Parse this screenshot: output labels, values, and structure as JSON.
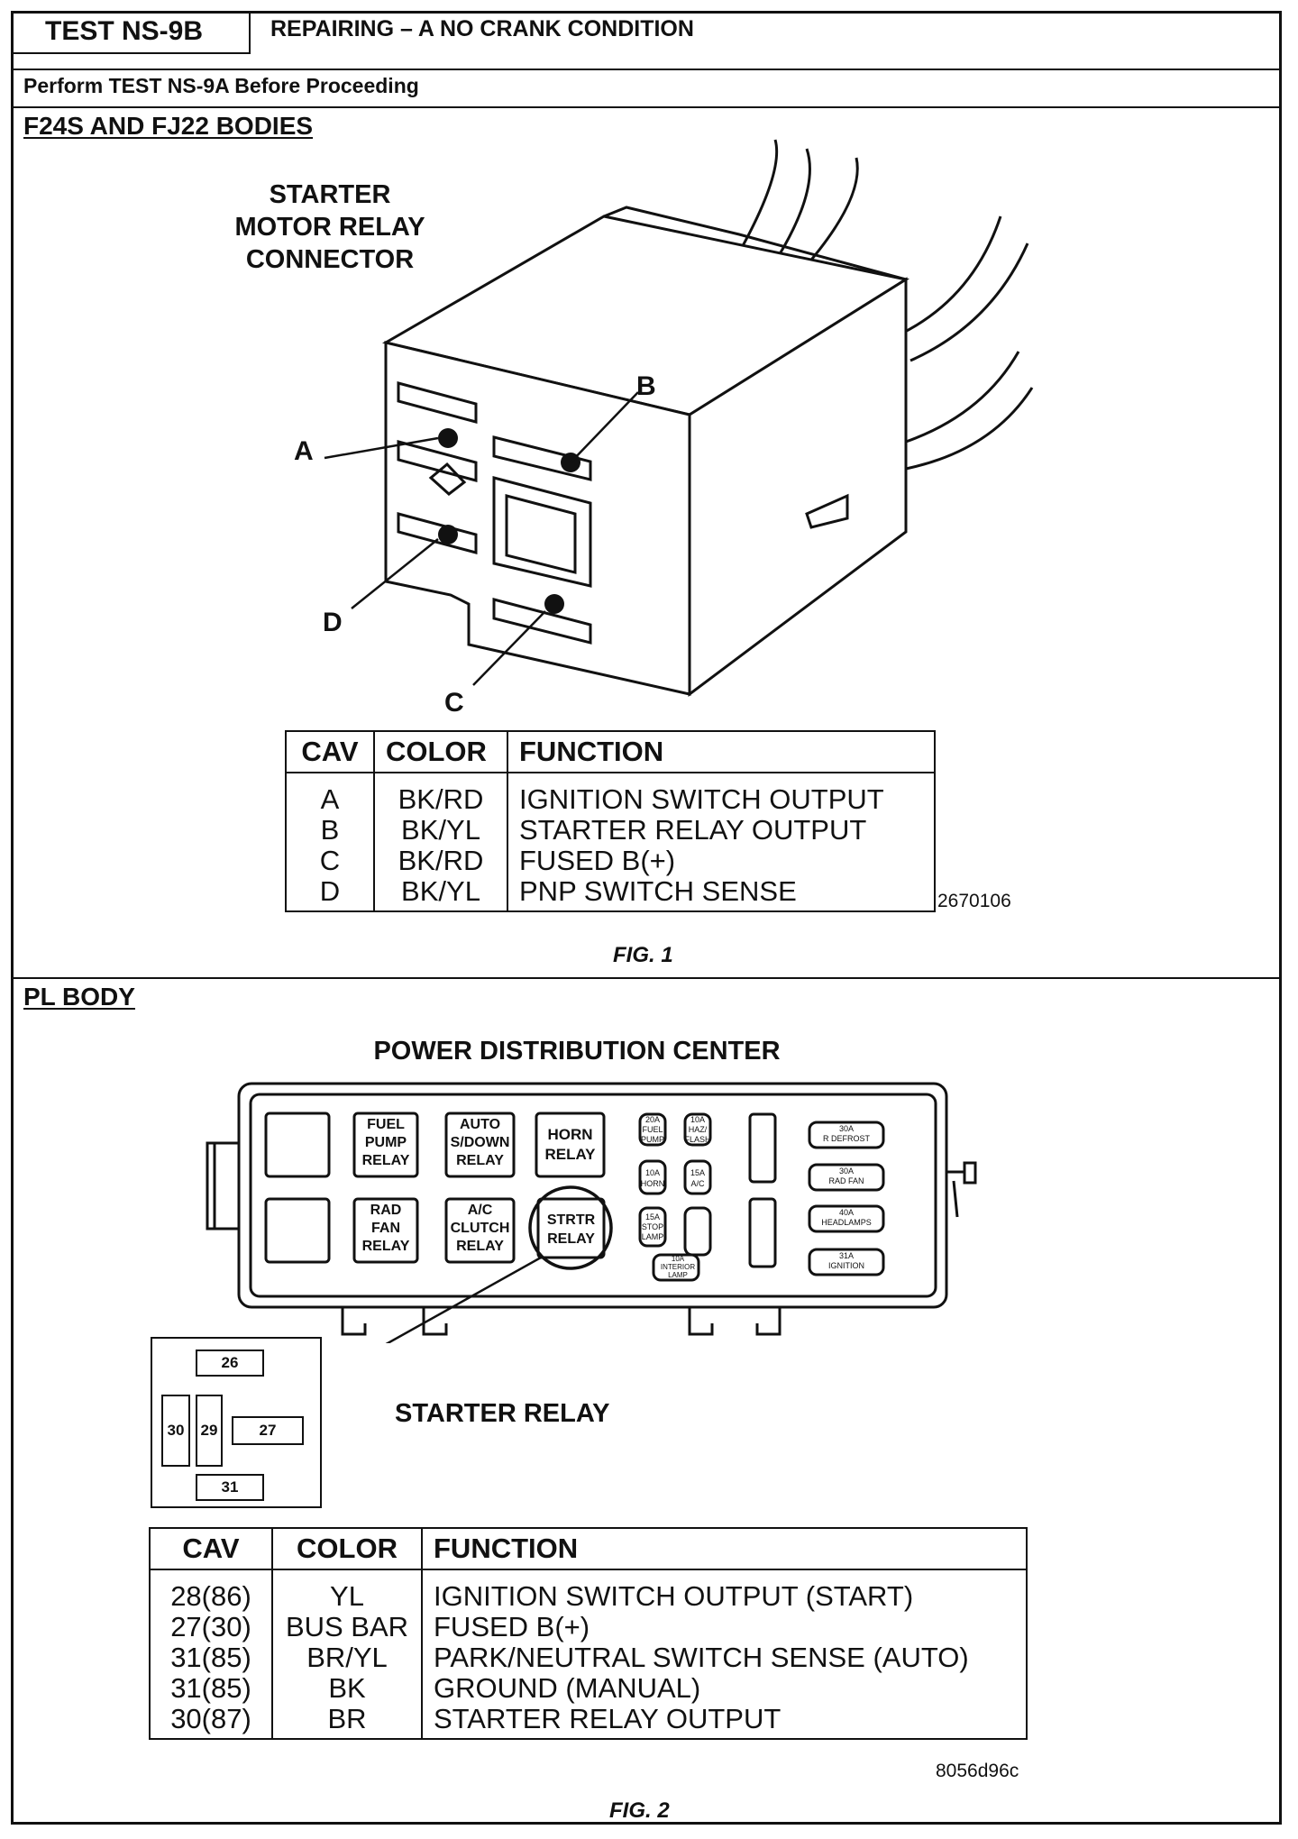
{
  "header": {
    "test_id": "TEST NS-9B",
    "test_title": "REPAIRING – A NO CRANK CONDITION",
    "perform_note": "Perform TEST NS-9A Before Proceeding"
  },
  "fig1": {
    "section_label": "F24S AND FJ22 BODIES",
    "drawing_title": [
      "STARTER",
      "MOTOR RELAY",
      "CONNECTOR"
    ],
    "callouts": {
      "a": "A",
      "b": "B",
      "c": "C",
      "d": "D"
    },
    "table": {
      "headers": [
        "CAV",
        "COLOR",
        "FUNCTION"
      ],
      "rows": [
        [
          "A",
          "BK/RD",
          "IGNITION SWITCH OUTPUT"
        ],
        [
          "B",
          "BK/YL",
          "STARTER RELAY OUTPUT"
        ],
        [
          "C",
          "BK/RD",
          "FUSED B(+)"
        ],
        [
          "D",
          "BK/YL",
          "PNP SWITCH SENSE"
        ]
      ]
    },
    "ref_code": "2670106",
    "caption": "FIG. 1"
  },
  "fig2": {
    "section_label": "PL BODY",
    "drawing_title": "POWER DISTRIBUTION CENTER",
    "relays": {
      "fuel_pump": [
        "FUEL",
        "PUMP",
        "RELAY"
      ],
      "auto_shutdown": [
        "AUTO",
        "S/DOWN",
        "RELAY"
      ],
      "horn": [
        "HORN",
        "RELAY"
      ],
      "rad_fan": [
        "RAD",
        "FAN",
        "RELAY"
      ],
      "ac_clutch": [
        "A/C",
        "CLUTCH",
        "RELAY"
      ],
      "starter": [
        "STRTR",
        "RELAY"
      ]
    },
    "fuses": {
      "fuel_pump": [
        "20A",
        "FUEL",
        "PUMP"
      ],
      "haz_flash": [
        "10A",
        "HAZ/",
        "FLASH"
      ],
      "horn": [
        "10A",
        "HORN"
      ],
      "ac": [
        "15A",
        "A/C"
      ],
      "stop_lamp": [
        "15A",
        "STOP",
        "LAMP"
      ],
      "interior_lamp": [
        "10A",
        "INTERIOR",
        "LAMP"
      ]
    },
    "maxi_fuses": {
      "r_defrost": [
        "30A",
        "R DEFROST"
      ],
      "rad_fan": [
        "30A",
        "RAD FAN"
      ],
      "headlamps": [
        "40A",
        "HEADLAMPS"
      ],
      "ignition": [
        "31A",
        "IGNITION"
      ]
    },
    "relay_pins": {
      "top": "26",
      "left": "30",
      "center": "29",
      "right": "27",
      "bottom": "31"
    },
    "relay_label": "STARTER RELAY",
    "table": {
      "headers": [
        "CAV",
        "COLOR",
        "FUNCTION"
      ],
      "rows": [
        [
          "28(86)",
          "YL",
          "IGNITION SWITCH OUTPUT (START)"
        ],
        [
          "27(30)",
          "BUS BAR",
          "FUSED B(+)"
        ],
        [
          "31(85)",
          "BR/YL",
          "PARK/NEUTRAL SWITCH SENSE (AUTO)"
        ],
        [
          "31(85)",
          "BK",
          "GROUND (MANUAL)"
        ],
        [
          "30(87)",
          "BR",
          "STARTER RELAY OUTPUT"
        ]
      ]
    },
    "ref_code": "8056d96c",
    "caption": "FIG. 2"
  }
}
